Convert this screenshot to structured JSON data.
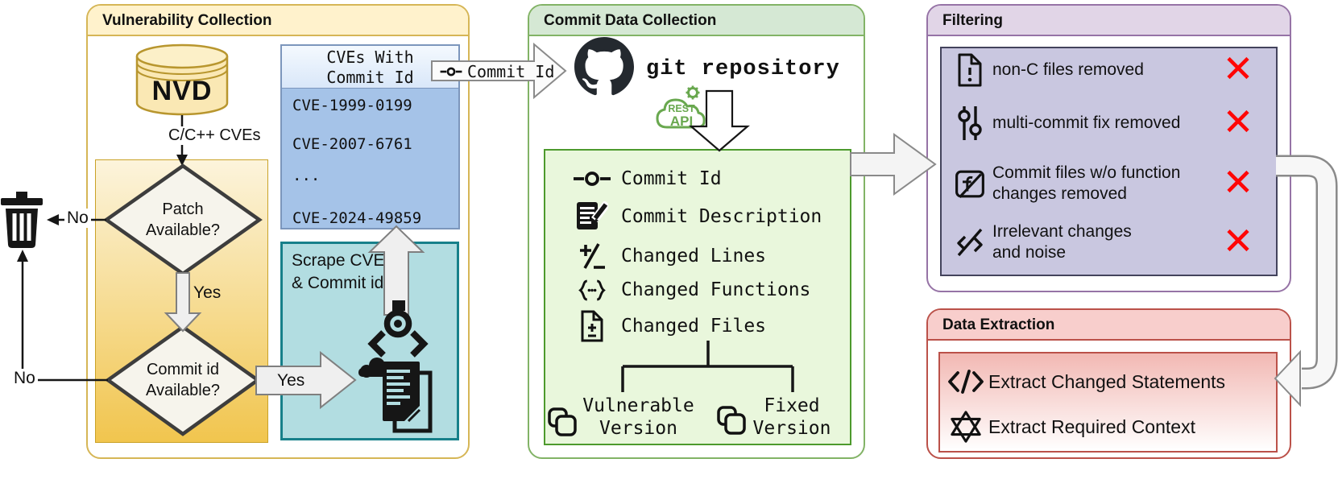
{
  "vulnerability": {
    "title": "Vulnerability Collection",
    "nvd": "NVD",
    "cves_label": "C/C++ CVEs",
    "patch_q1": "Patch",
    "patch_q2": "Available?",
    "commit_q1": "Commit id",
    "commit_q2": "Available?",
    "yes_down": "Yes",
    "yes_right": "Yes",
    "no_patch": "No",
    "no_commit": "No",
    "cve_box": {
      "header1": "CVEs With",
      "header2": "Commit Id",
      "rows": [
        "CVE-1999-0199",
        "CVE-2007-6761",
        "...",
        "CVE-2024-49859"
      ]
    },
    "scrape1": "Scrape CVE",
    "scrape2": "& Commit id"
  },
  "commit_arrow": {
    "label": "Commit Id"
  },
  "commit_panel": {
    "title": "Commit Data Collection",
    "git_label": "git repository",
    "rest1": "REST",
    "rest2": "API",
    "rows": [
      "Commit Id",
      "Commit Description",
      "Changed Lines",
      "Changed Functions",
      "Changed Files"
    ],
    "vuln_version1": "Vulnerable",
    "vuln_version2": "Version",
    "fixed_version1": "Fixed",
    "fixed_version2": "Version"
  },
  "filtering": {
    "title": "Filtering",
    "rows": [
      {
        "line1": "non-C files removed",
        "line2": ""
      },
      {
        "line1": "multi-commit fix removed",
        "line2": ""
      },
      {
        "line1": "Commit files w/o function",
        "line2": "changes removed"
      },
      {
        "line1": "Irrelevant changes",
        "line2": "and noise"
      }
    ]
  },
  "extraction": {
    "title": "Data Extraction",
    "rows": [
      "Extract Changed Statements",
      "Extract Required Context"
    ]
  },
  "colors": {
    "panel_yellow_border": "#D6B656",
    "panel_yellow_header": "#FFF2CC",
    "panel_green_border": "#82B366",
    "panel_green_header": "#D5E8D4",
    "panel_purple_border": "#9673A6",
    "panel_purple_header": "#E1D5E7",
    "panel_red_border": "#BB5149",
    "panel_red_header": "#F8CECC",
    "x_mark": "#FF0606",
    "rest_green": "#69A84F"
  }
}
